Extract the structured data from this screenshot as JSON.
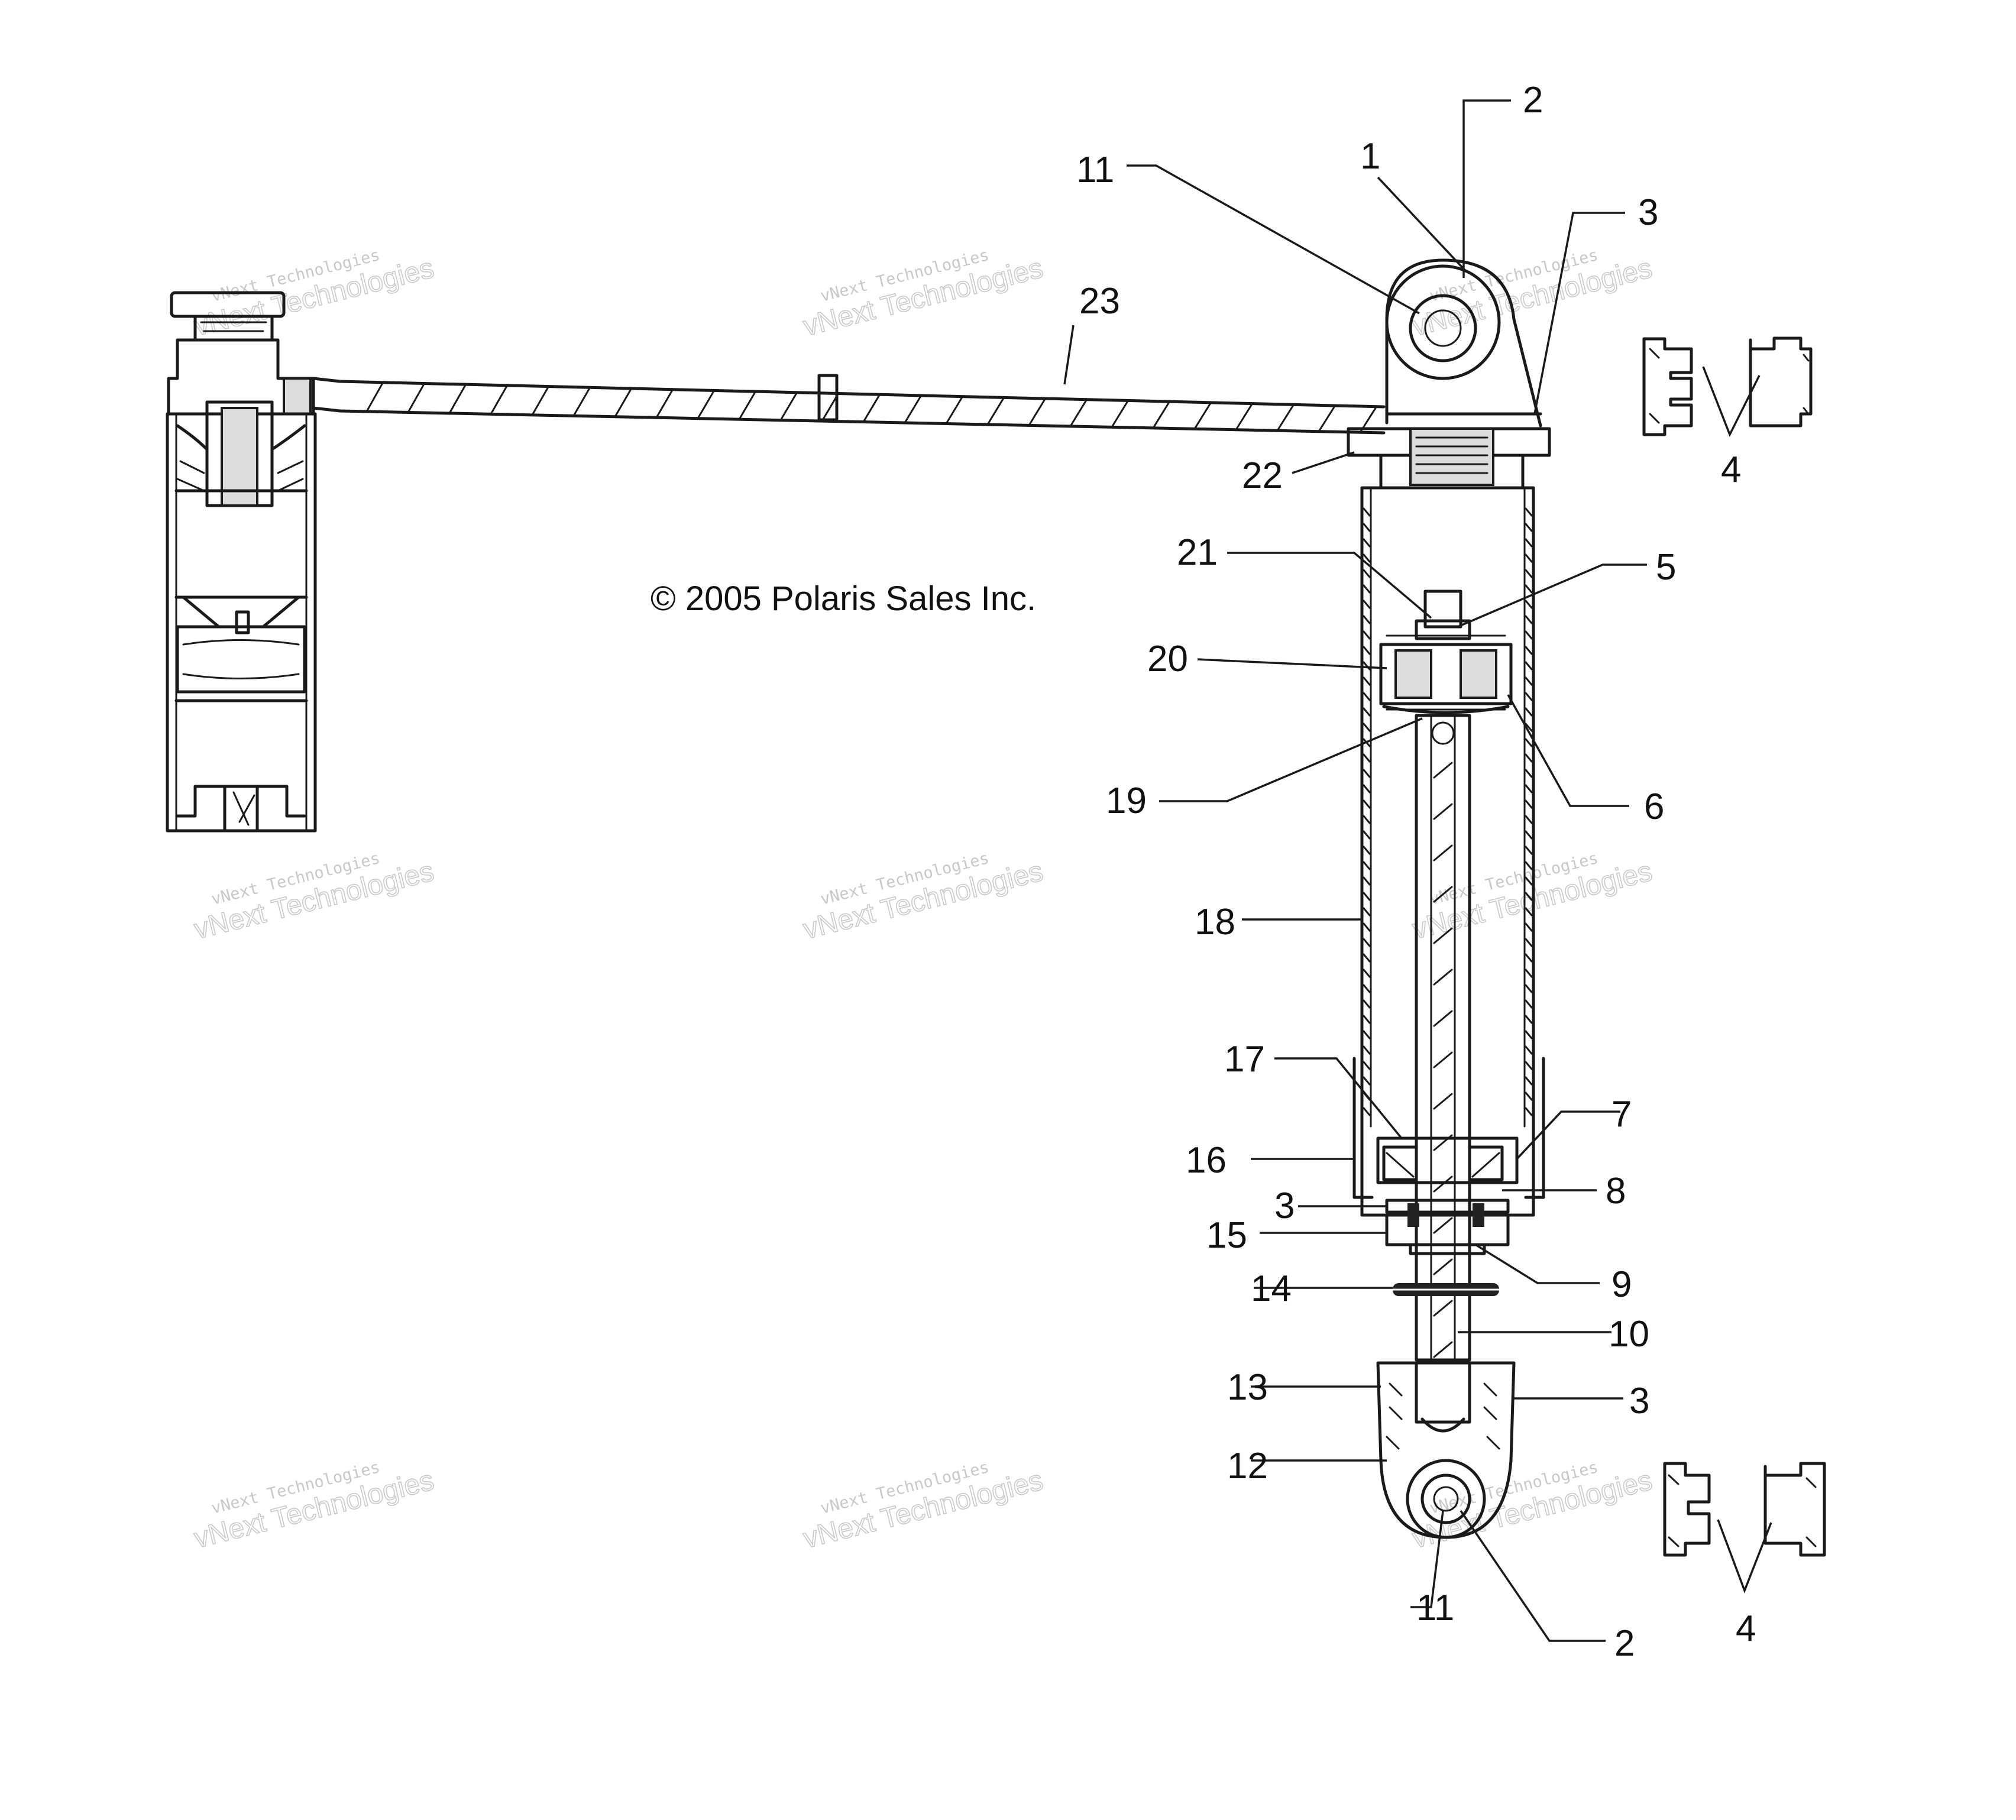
{
  "diagram": {
    "copyright": "© 2005 Polaris Sales Inc.",
    "watermark_line1": "vNext Technologies",
    "watermark_line2": "vNext Technologies",
    "callouts": [
      "1",
      "2",
      "3",
      "4",
      "5",
      "6",
      "7",
      "8",
      "9",
      "10",
      "11",
      "12",
      "13",
      "14",
      "15",
      "16",
      "17",
      "18",
      "19",
      "20",
      "21",
      "22",
      "23",
      "2",
      "3",
      "3",
      "3",
      "4",
      "11"
    ]
  }
}
